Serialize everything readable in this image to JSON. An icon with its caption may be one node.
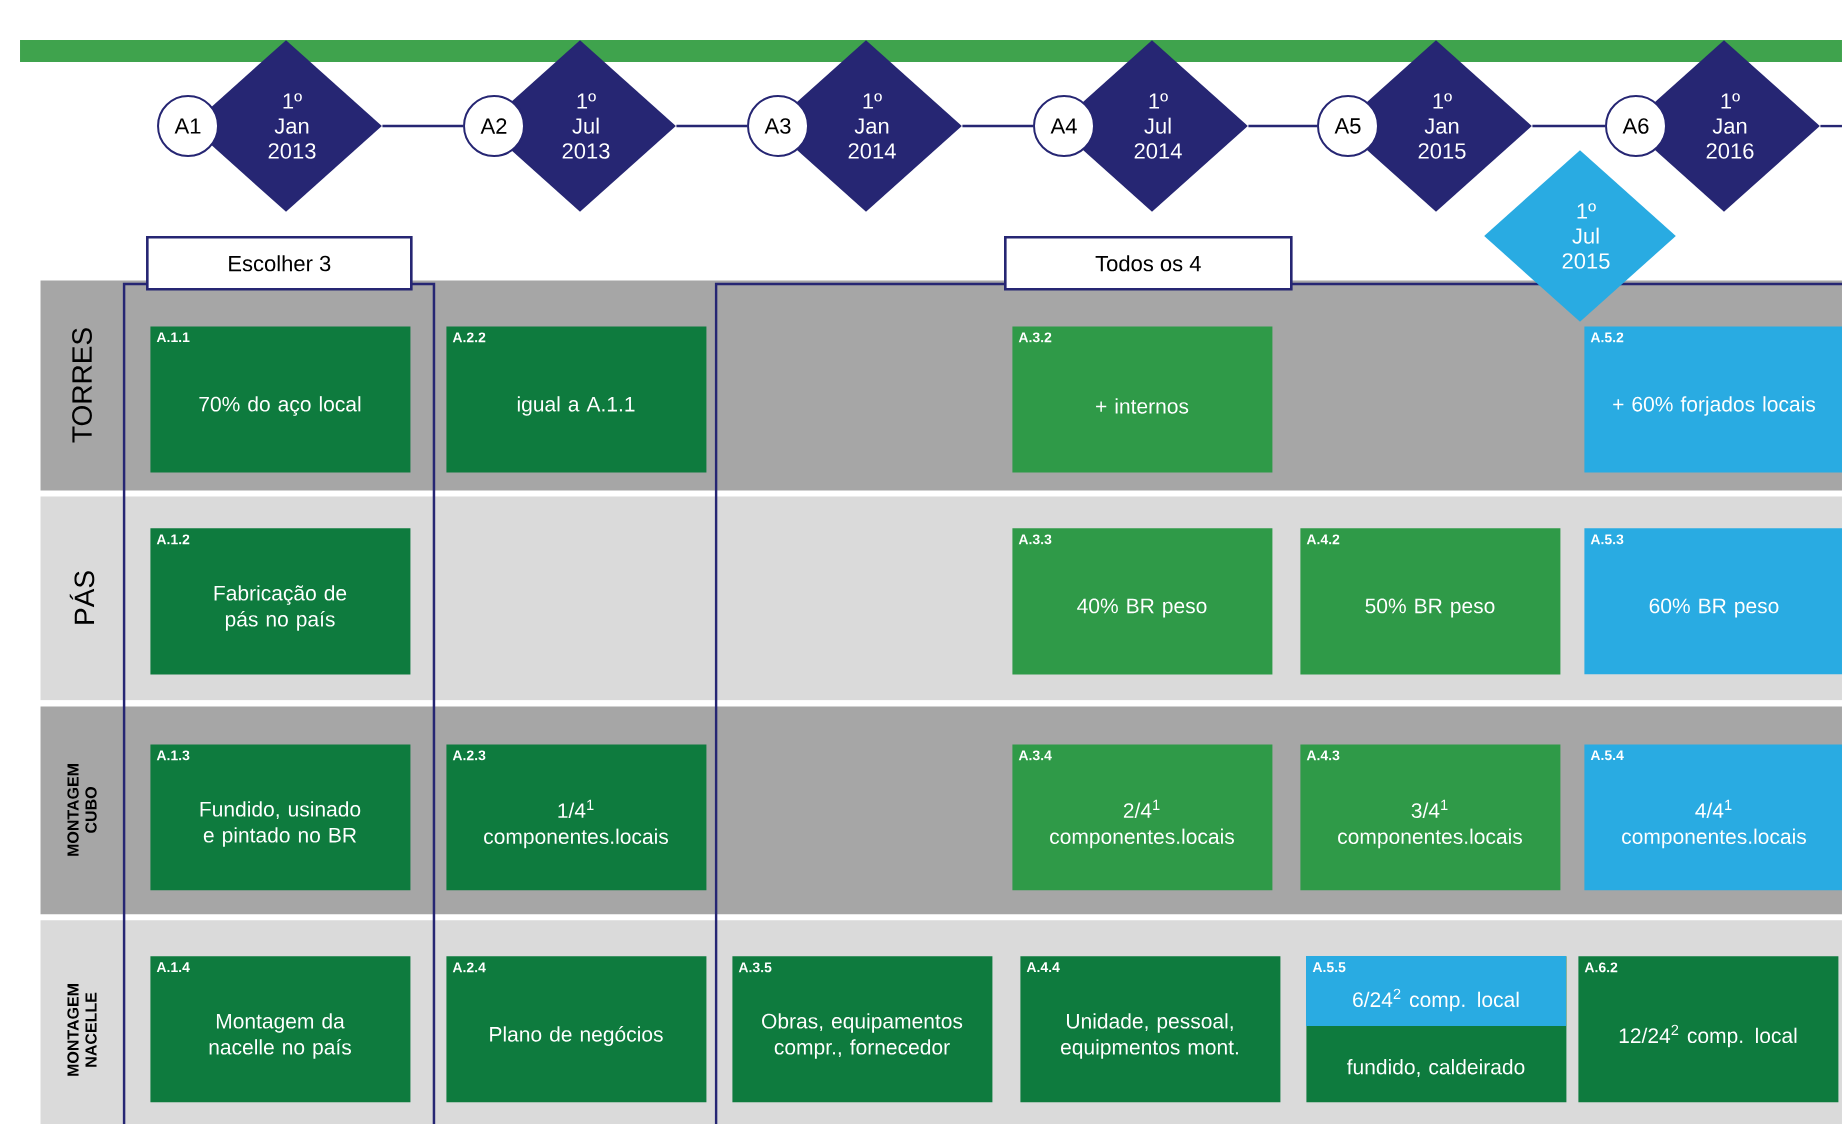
{
  "diagram": {
    "nodes": [
      {
        "text": [
          "A1"
        ]
      },
      {
        "text": [
          "1º Jan 2013"
        ]
      },
      {
        "text": [
          "A2"
        ]
      },
      {
        "text": [
          "1º Jul 2013"
        ]
      },
      {
        "text": [
          "A3"
        ]
      },
      {
        "text": [
          "1º Jan 2014"
        ]
      },
      {
        "text": [
          "A4"
        ]
      },
      {
        "text": [
          "1º Jul 2014"
        ]
      },
      {
        "text": [
          "A5"
        ]
      },
      {
        "text": [
          "1º Jan 2015"
        ]
      },
      {
        "text": [
          "A6"
        ]
      },
      {
        "text": [
          "1º Jan 2016"
        ]
      },
      {
        "text": [
          "1º Jul 2015"
        ]
      },
      {
        "text": [
          "Escolher 3"
        ]
      },
      {
        "text": [
          "Todos os 4"
        ]
      },
      {
        "text": [
          "TORRES"
        ]
      },
      {
        "text": [
          "A.1.1",
          "70% do aço local"
        ]
      },
      {
        "text": [
          "A.2.2",
          "igual a A.1.1"
        ],
        "in": 15
      },
      {
        "text": [
          "A.3.2",
          "+ internos"
        ]
      },
      {
        "text": [
          "A.5.2",
          "+ 60% forjados locais"
        ]
      },
      {
        "text": [
          "PÁS"
        ]
      },
      {
        "text": [
          "A.1.2",
          "Fabricação de pás no país"
        ]
      },
      {
        "text": [
          "A.3.3",
          "40% BR peso"
        ]
      },
      {
        "text": [
          "A.4.2",
          "50% BR peso"
        ]
      },
      {
        "text": [
          "A.5.3",
          "60% BR peso"
        ]
      },
      {
        "text": [
          "MONTAGEM CUBO"
        ]
      },
      {
        "text": [
          "A.1.3",
          "Fundido, usinado e pintado no BR"
        ]
      },
      {
        "text": [
          "A.2.3",
          "1/4$^{1}$ componentes.locais"
        ],
        "in": 25
      },
      {
        "text": [
          "A.3.4",
          "2/4$^{1}$ componentes.locais"
        ]
      },
      {
        "text": [
          "A.4.3",
          "3/4$^{1}$ componentes.locais"
        ]
      },
      {
        "text": [
          "A.5.4",
          "4/4$^{1}$ componentes.locais"
        ]
      },
      {
        "text": [
          "MONTAGEM NACELLE"
        ]
      },
      {
        "text": [
          "A.1.4",
          "Montagem da nacelle no país"
        ]
      },
      {
        "text": [
          "A.2.4",
          "Plano de negócios"
        ],
        "in": 31
      },
      {
        "text": [
          "A.3.5",
          "Obras, equipamentos compr., fornecedor"
        ]
      },
      {
        "text": [
          "A.4.4",
          "Unidade, pessoal, equipmentos mont."
        ]
      },
      {
        "text": [
          "A.5.5",
          "6/24$^{2}$ comp. local",
          "fundido, caldeirado"
        ]
      },
      {
        "text": [
          "A.6.2",
          "12/24$^{2}$ comp. local"
        ]
      }
    ],
    "edges": [
      {
        "from": 1,
        "to": 2,
        "arrow": "none"
      },
      {
        "from": 3,
        "to": 4,
        "arrow": "none"
      },
      {
        "from": 5,
        "to": 6,
        "arrow": "none"
      },
      {
        "from": 7,
        "to": 8,
        "arrow": "none"
      },
      {
        "from": 9,
        "to": 10,
        "arrow": "none"
      },
      {
        "from": 11,
        "to": null,
        "arrow": "none"
      }
    ]
  }
}
